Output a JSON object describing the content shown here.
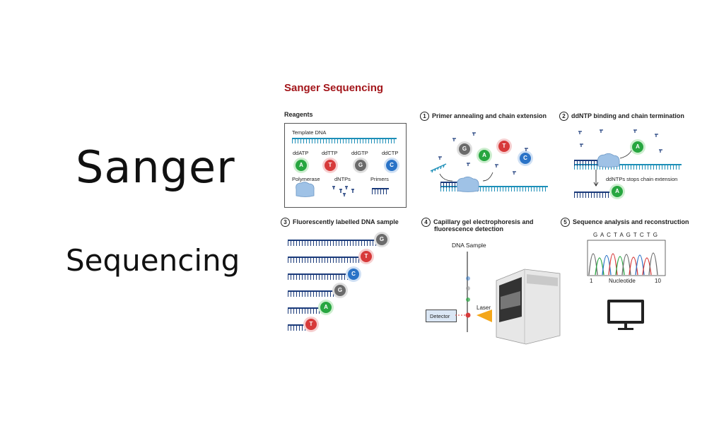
{
  "left": {
    "title": "Sanger",
    "subtitle": "Sequencing"
  },
  "diagram": {
    "title": "Sanger Sequencing",
    "reagents": {
      "heading": "Reagents",
      "template_label": "Template DNA",
      "ddntps": [
        {
          "label": "ddATP",
          "base": "A"
        },
        {
          "label": "ddTTP",
          "base": "T"
        },
        {
          "label": "ddGTP",
          "base": "G"
        },
        {
          "label": "ddCTP",
          "base": "C"
        }
      ],
      "polymerase_label": "Polymerase",
      "dntps_label": "dNTPs",
      "primers_label": "Primers"
    },
    "steps": [
      {
        "num": "1",
        "title": "Primer annealing and chain extension"
      },
      {
        "num": "2",
        "title": "ddNTP binding and chain termination"
      },
      {
        "num": "3",
        "title": "Fluorescently labelled DNA sample"
      },
      {
        "num": "4",
        "title": "Capillary gel electrophoresis and",
        "title2": "fluorescence detection"
      },
      {
        "num": "5",
        "title": "Sequence analysis and reconstruction"
      }
    ],
    "step1_bases": [
      "G",
      "A",
      "T",
      "C"
    ],
    "step2": {
      "base": "A",
      "note": "ddNTPs stops chain extension"
    },
    "step3_fragments": [
      "G",
      "T",
      "C",
      "G",
      "A",
      "T"
    ],
    "step4": {
      "sample_label": "DNA Sample",
      "laser_label": "Laser",
      "detector_label": "Detector"
    },
    "step5": {
      "sequence": "G A C T A G T C T G",
      "axis_start": "1",
      "axis_label": "Nucleotide",
      "axis_end": "10"
    }
  },
  "colors": {
    "title_red": "#a3161b",
    "A": "#27a640",
    "T": "#d73a3a",
    "G": "#6b6b6b",
    "C": "#2a73c7",
    "dna": "#1d8fb8"
  }
}
